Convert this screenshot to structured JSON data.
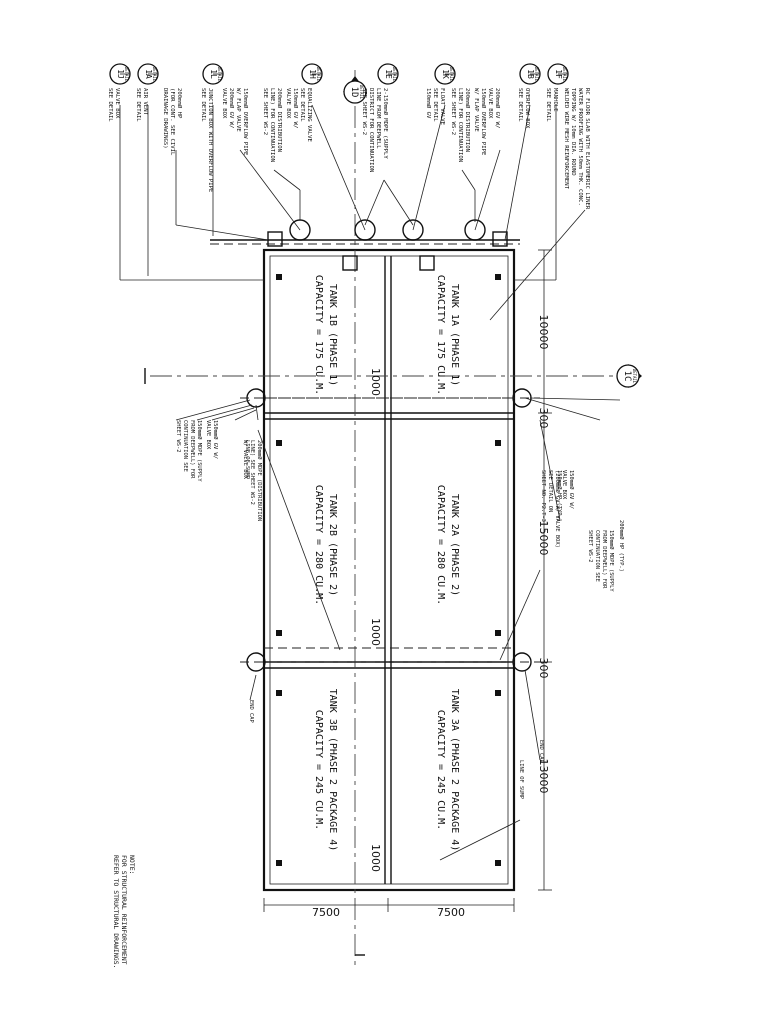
{
  "sheet": {
    "note_heading": "NOTE:",
    "note_lines": [
      "FOR STRUCTURAL REINFORCEMENT",
      "REFER TO STRUCTURAL DRAWINGS."
    ]
  },
  "tanks": [
    {
      "name": "TANK 1A (PHASE 1)",
      "capacity": "CAPACITY = 175 CU.M."
    },
    {
      "name": "TANK 1B (PHASE 1)",
      "capacity": "CAPACITY = 175 CU.M."
    },
    {
      "name": "TANK 2A (PHASE 2)",
      "capacity": "CAPACITY = 280 CU.M."
    },
    {
      "name": "TANK 2B (PHASE 2)",
      "capacity": "CAPACITY = 280 CU.M."
    },
    {
      "name": "TANK 3A (PHASE 2 PACKAGE 4)",
      "capacity": "CAPACITY = 245 CU.M."
    },
    {
      "name": "TANK 3B (PHASE 2 PACKAGE 4)",
      "capacity": "CAPACITY = 245 CU.M."
    }
  ],
  "dimensions": {
    "d10000": "10000",
    "d15000": "15000",
    "d13000": "13000",
    "d7500a": "7500",
    "d7500b": "7500",
    "d1000a": "1000",
    "d1000b": "1000",
    "d1000c": "1000",
    "d300a": "300",
    "d300b": "300"
  },
  "callouts_top": [
    {
      "id": "1J",
      "sheet": "DETAIL",
      "lines": [
        "VALVE BOX",
        "SEE DETAIL"
      ]
    },
    {
      "id": "1A",
      "sheet": "DETAIL",
      "lines": [
        "AIR VENT",
        "SEE DETAIL"
      ]
    },
    {
      "id": "",
      "sheet": "",
      "lines": [
        "200mmØ HP",
        "(FOR CONT. SEE CIVIL",
        "DRAINAGE DRAWINGS)"
      ]
    },
    {
      "id": "1L",
      "sheet": "DETAIL",
      "lines": [
        "JUNCTION BOX WITH OVERFLOW PIPE",
        "SEE DETAIL"
      ]
    },
    {
      "id": "",
      "sheet": "",
      "lines": [
        "150mmØ OVERFLOW PIPE",
        "W/ FLAP VALVE",
        "200mmØ GV W/",
        "VALVE BOX"
      ]
    },
    {
      "id": "",
      "sheet": "",
      "lines": [
        "200mmØ DISTRIBUTION",
        "LINE) FOR CONTINUATION",
        "SEE SHEET WS-2"
      ]
    },
    {
      "id": "1H",
      "sheet": "DETAIL",
      "lines": [
        "EQUALIZING VALVE",
        "SEE DETAIL",
        "150mmØ GV W/",
        "VALVE BOX"
      ]
    },
    {
      "id": "1E",
      "sheet": "DETAIL",
      "lines": [
        "2-150mmØ MDPE (SUPPLY",
        "LINE FROM DEEPWELL",
        "DISTRICT FOR CONTINUATION",
        "SEE SHEET WS-2"
      ]
    },
    {
      "id": "1K",
      "sheet": "DETAIL",
      "lines": [
        "FLOAT VALVE",
        "SEE DETAIL",
        "150mmØ GV"
      ]
    },
    {
      "id": "",
      "sheet": "",
      "lines": [
        "200mmØ DISTRIBUTION",
        "LINE) FOR CONTINUATION",
        "SEE SHEET WS-2"
      ]
    },
    {
      "id": "",
      "sheet": "",
      "lines": [
        "200mmØ GV W/",
        "VALVE BOX",
        "150mmØ OVERFLOW PIPE",
        "W/ FLAP VALVE"
      ]
    },
    {
      "id": "1B",
      "sheet": "DETAIL",
      "lines": [
        "OVERFLOW BOX",
        "SEE DETAIL"
      ]
    },
    {
      "id": "1F",
      "sheet": "DETAIL",
      "lines": [
        "MANHOLE",
        "SEE DETAIL"
      ]
    },
    {
      "id": "",
      "sheet": "",
      "lines": [
        "RC FLOOR SLAB WITH ELASTOMERIC LINER",
        "WATER PROOFING WITH 50mm THK. CONC.",
        "TOPPING W/ 10mm DIA. ROUND",
        "WELDED WIRE MESH REINFORCEMENT"
      ]
    }
  ],
  "section_marks": [
    {
      "id": "1D",
      "sheet": "DETAIL"
    },
    {
      "id": "1C",
      "sheet": "DETAIL"
    }
  ],
  "notes_lower": [
    [
      "200mmØ MDPE (DISTRIBUTION",
      "LINE) SEE SHEET WS-2",
      "W/ VALVE BOX"
    ],
    [
      "LINE OF SUMP"
    ],
    [
      "150mmØ GV W/",
      "VALVE BOX"
    ],
    [
      "150mmØ MDPE (SUPPLY",
      "FROM DEEPWELL) FOR",
      "CONTINUATION SEE",
      "SHEET WS-2"
    ],
    [
      "200mmØ HP (TYP.)"
    ],
    [
      "150mmØ MDPE (SUPPLY",
      "FROM DEEPWELL) FOR",
      "CONTINUATION SEE",
      "SHEET WS-2"
    ],
    [
      "150mmØ GV W/",
      "VALVE BOX",
      "(200mmØ GV W/ VALVE BOX)",
      "SEE DETAIL ON",
      "SHEET NO. P2.T-3"
    ],
    [
      "150mmØ HP (TYP.)"
    ],
    [
      "END CAP"
    ],
    [
      "END CAP"
    ],
    [
      "LINE OF SUMP"
    ]
  ]
}
